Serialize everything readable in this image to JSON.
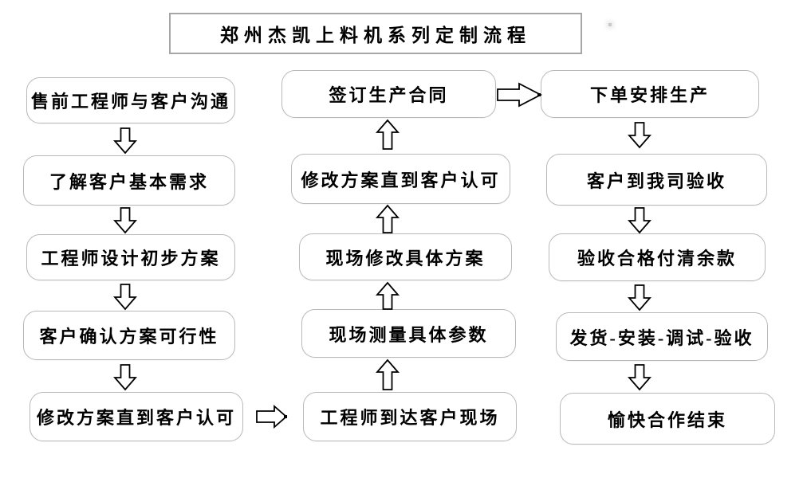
{
  "title": {
    "text": "郑州杰凯上料机系列定制流程"
  },
  "columns": [
    {
      "name": "left",
      "flow_direction": "down",
      "boxes": [
        "售前工程师与客户沟通",
        "了解客户基本需求",
        "工程师设计初步方案",
        "客户确认方案可行性",
        "修改方案直到客户认可"
      ]
    },
    {
      "name": "middle",
      "flow_direction": "up",
      "boxes": [
        "签订生产合同",
        "修改方案直到客户认可",
        "现场修改具体方案",
        "现场测量具体参数",
        "工程师到达客户现场"
      ]
    },
    {
      "name": "right",
      "flow_direction": "down",
      "boxes": [
        "下单安排生产",
        "客户到我司验收",
        "验收合格付清余款",
        "发货-安装-调试-验收",
        "愉快合作结束"
      ]
    }
  ],
  "colors": {
    "box_border": "#b9b9b9",
    "title_border": "#a6a6a6",
    "arrow_outline": "#000000",
    "background": "#ffffff"
  }
}
